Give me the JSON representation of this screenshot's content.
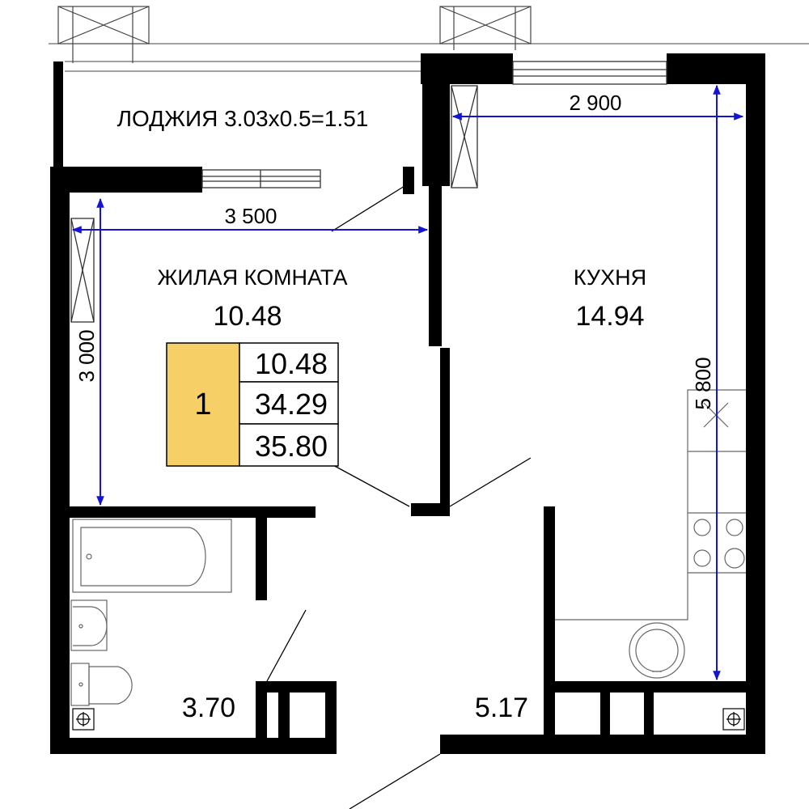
{
  "colors": {
    "wall": "#000000",
    "dimension": "#1414d6",
    "unit_badge": "#f6cf67",
    "fixture": "#666666",
    "background": "#ffffff"
  },
  "rooms": {
    "loggia": {
      "label": "ЛОДЖИЯ 3.03x0.5=1.51"
    },
    "living": {
      "label": "ЖИЛАЯ КОМНАТА",
      "area": "10.48"
    },
    "kitchen": {
      "label": "КУХНЯ",
      "area": "14.94"
    },
    "bathroom": {
      "area": "3.70"
    },
    "hall": {
      "area": "5.17"
    }
  },
  "dimensions": {
    "kitchen_width": "2 900",
    "living_width": "3 500",
    "living_depth": "3 000",
    "kitchen_depth": "5 800"
  },
  "unit_table": {
    "rooms_count": "1",
    "living_area": "10.48",
    "total_area": "34.29",
    "total_area_with_loggia": "35.80"
  },
  "icons": [
    "ventilation-duct-icon",
    "ventilation-duct-icon"
  ]
}
